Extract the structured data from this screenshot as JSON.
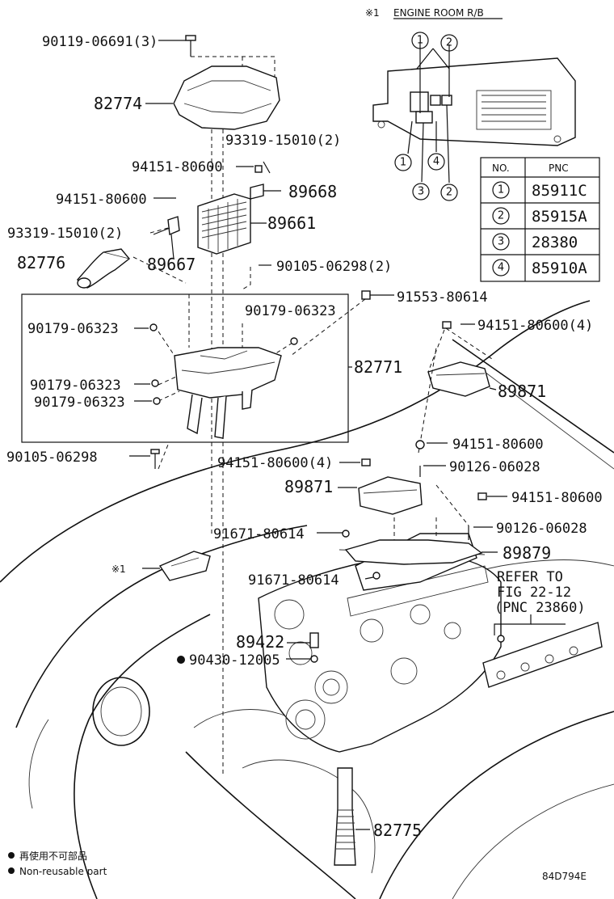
{
  "header": {
    "mark": "※1",
    "title": "ENGINE ROOM R/B"
  },
  "callouts": {
    "c1a": "1",
    "c2a": "2",
    "c1b": "1",
    "c4b": "4",
    "c3b": "3",
    "c2b": "2"
  },
  "pnc_table": {
    "headers": [
      "NO.",
      "PNC"
    ],
    "rows": [
      {
        "no": "1",
        "pnc": "85911C"
      },
      {
        "no": "2",
        "pnc": "85915A"
      },
      {
        "no": "3",
        "pnc": "28380"
      },
      {
        "no": "4",
        "pnc": "85910A"
      }
    ]
  },
  "labels": {
    "l01": "90119-06691(3)",
    "l02": "82774",
    "l03": "93319-15010(2)",
    "l04": "94151-80600",
    "l05": "89668",
    "l06": "94151-80600",
    "l07": "89661",
    "l08": "93319-15010(2)",
    "l09": "82776",
    "l10": "89667",
    "l11": "90105-06298(2)",
    "l12": "91553-80614",
    "l13": "90179-06323",
    "l14": "90179-06323",
    "l15": "94151-80600(4)",
    "l16": "82771",
    "l17": "90179-06323",
    "l18": "90179-06323",
    "l19": "89871",
    "l20": "94151-80600",
    "l21": "90105-06298",
    "l22": "94151-80600(4)",
    "l23": "90126-06028",
    "l24": "89871",
    "l25": "94151-80600",
    "l26": "91671-80614",
    "l27": "90126-06028",
    "l28": "89879",
    "l29": "※1",
    "l30": "91671-80614",
    "l31": "REFER TO",
    "l32": "FIG 22-12",
    "l33": "(PNC 23860)",
    "l34": "89422",
    "l35": "90430-12005",
    "l36": "82775"
  },
  "legend": {
    "line1": "再使用不可部品",
    "line2": "Non-reusable part"
  },
  "figure_code": "84D794E"
}
